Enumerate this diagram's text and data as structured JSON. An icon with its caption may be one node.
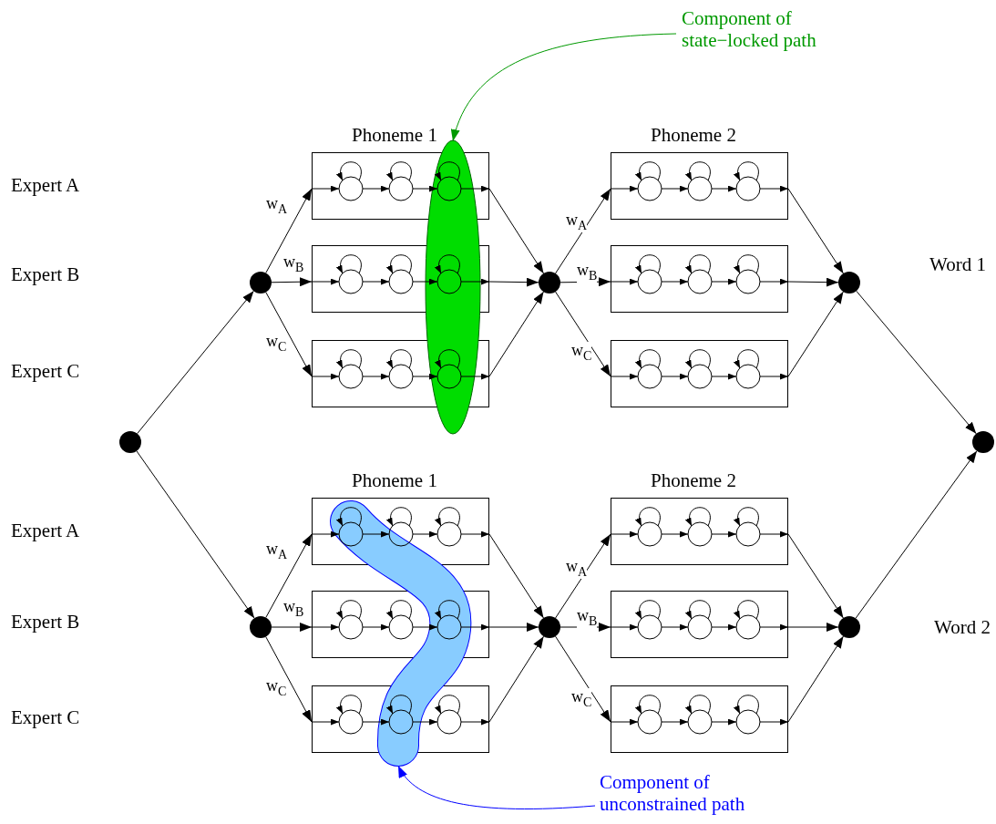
{
  "diagram": {
    "nodes": [
      {
        "text": [],
        "shape": "circle"
      },
      {
        "text": [],
        "shape": "circle"
      },
      {
        "text": [],
        "shape": "box"
      },
      {
        "text": [],
        "shape": "box"
      },
      {
        "text": [],
        "shape": "box"
      },
      {
        "text": [],
        "shape": "circle"
      },
      {
        "text": [],
        "shape": "box"
      },
      {
        "text": [],
        "shape": "box"
      },
      {
        "text": [],
        "shape": "box"
      },
      {
        "text": [],
        "shape": "circle",
        "beside": [
          "Word 1"
        ]
      },
      {
        "text": [],
        "shape": "circle"
      },
      {
        "text": [],
        "shape": "box"
      },
      {
        "text": [],
        "shape": "box"
      },
      {
        "text": [],
        "shape": "box"
      },
      {
        "text": [],
        "shape": "circle"
      },
      {
        "text": [],
        "shape": "box"
      },
      {
        "text": [],
        "shape": "box"
      },
      {
        "text": [],
        "shape": "box"
      },
      {
        "text": [],
        "shape": "circle",
        "beside": [
          "Word 2"
        ]
      },
      {
        "text": [],
        "shape": "circle"
      },
      {
        "text": [],
        "shape": "ellipse"
      },
      {
        "text": [
          "Component of state−locked path"
        ]
      },
      {
        "text": [],
        "shape": "blob"
      },
      {
        "text": [
          "Component of unconstrained path"
        ]
      }
    ],
    "edges": [
      {
        "from": 0,
        "to": 1,
        "arrow": "to"
      },
      {
        "from": 1,
        "to": 2,
        "arrow": "to",
        "label": "w$_{A}$"
      },
      {
        "from": 1,
        "to": 3,
        "arrow": "to",
        "label": "w$_{B}$"
      },
      {
        "from": 1,
        "to": 4,
        "arrow": "to",
        "label": "w$_{C}$"
      },
      {
        "from": 2,
        "to": 5,
        "arrow": "to"
      },
      {
        "from": 3,
        "to": 5,
        "arrow": "to"
      },
      {
        "from": 4,
        "to": 5,
        "arrow": "to"
      },
      {
        "from": 5,
        "to": 6,
        "arrow": "to",
        "label": "w$_{A}$"
      },
      {
        "from": 5,
        "to": 7,
        "arrow": "to",
        "label": "w$_{B}$"
      },
      {
        "from": 5,
        "to": 8,
        "arrow": "to",
        "label": "w$_{C}$"
      },
      {
        "from": 6,
        "to": 9,
        "arrow": "to"
      },
      {
        "from": 7,
        "to": 9,
        "arrow": "to"
      },
      {
        "from": 8,
        "to": 9,
        "arrow": "to"
      },
      {
        "from": 9,
        "to": 19,
        "arrow": "to"
      },
      {
        "from": 0,
        "to": 10,
        "arrow": "to"
      },
      {
        "from": 10,
        "to": 11,
        "arrow": "to",
        "label": "w$_{A}$"
      },
      {
        "from": 10,
        "to": 12,
        "arrow": "to",
        "label": "w$_{B}$"
      },
      {
        "from": 10,
        "to": 13,
        "arrow": "to",
        "label": "w$_{C}$"
      },
      {
        "from": 11,
        "to": 14,
        "arrow": "to"
      },
      {
        "from": 12,
        "to": 14,
        "arrow": "to"
      },
      {
        "from": 13,
        "to": 14,
        "arrow": "to"
      },
      {
        "from": 14,
        "to": 15,
        "arrow": "to",
        "label": "w$_{A}$"
      },
      {
        "from": 14,
        "to": 16,
        "arrow": "to",
        "label": "w$_{B}$"
      },
      {
        "from": 14,
        "to": 17,
        "arrow": "to",
        "label": "w$_{C}$"
      },
      {
        "from": 15,
        "to": 18,
        "arrow": "to"
      },
      {
        "from": 16,
        "to": 18,
        "arrow": "to"
      },
      {
        "from": 17,
        "to": 18,
        "arrow": "to"
      },
      {
        "from": 18,
        "to": 19,
        "arrow": "to"
      },
      {
        "from": 21,
        "to": 20,
        "arrow": "to",
        "color": "#009900"
      },
      {
        "from": 23,
        "to": 22,
        "arrow": "to",
        "color": "#0000ff"
      }
    ],
    "labels": [
      "Phoneme 1",
      "Phoneme 2",
      "Expert A",
      "Expert B",
      "Expert C",
      "Phoneme 1",
      "Phoneme 2",
      "Expert A",
      "Expert B",
      "Expert C"
    ]
  }
}
